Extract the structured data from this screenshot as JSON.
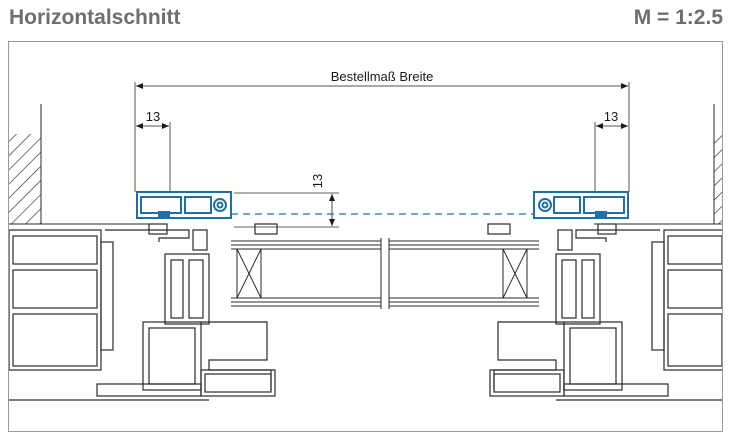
{
  "header": {
    "title": "Horizontalschnitt",
    "scale": "M = 1:2.5"
  },
  "dimensions": {
    "width_label": "Bestellmaß Breite",
    "left_offset": "13",
    "right_offset": "13",
    "vertical_offset": "13"
  },
  "colors": {
    "accent": "#1f6fa8",
    "line": "#2a2a2a",
    "frame": "#9a9a9a",
    "title": "#6e6e6e"
  }
}
